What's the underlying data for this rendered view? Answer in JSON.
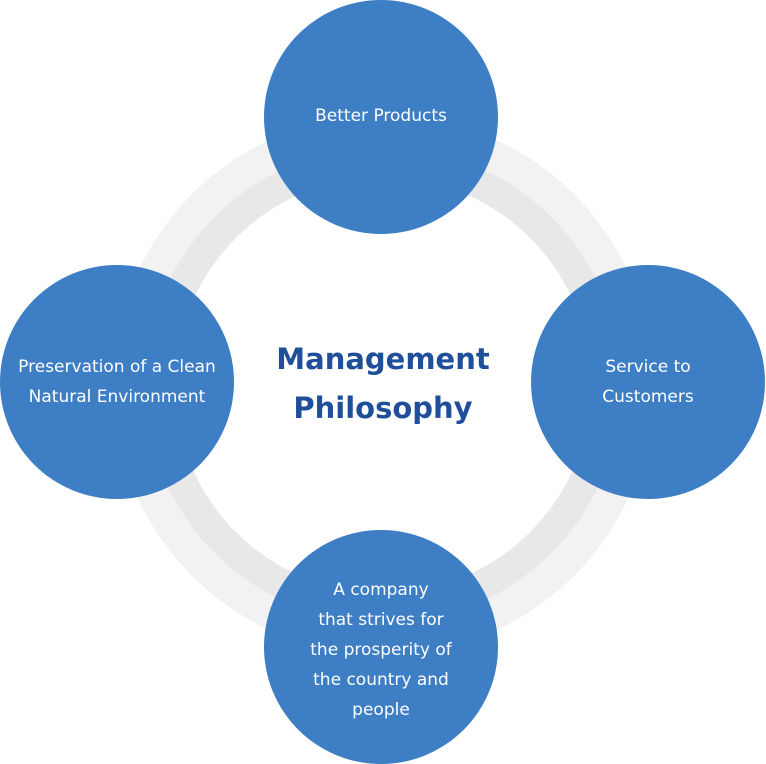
{
  "center": {
    "line1": "Management",
    "line2": "Philosophy"
  },
  "nodes": {
    "top": {
      "lines": [
        "Better Products"
      ]
    },
    "right": {
      "lines": [
        "Service to",
        "Customers"
      ]
    },
    "bottom": {
      "lines": [
        "A company",
        "that strives for",
        "the prosperity of",
        "the country and",
        "people"
      ]
    },
    "left": {
      "lines": [
        "Preservation of a Clean",
        "Natural Environment"
      ]
    }
  },
  "colors": {
    "node_fill": "#3d7ec5",
    "node_text": "#ffffff",
    "center_text": "#1f4f9a",
    "ring_outer": "#f2f2f2",
    "ring_inner": "#e8e8e8"
  }
}
